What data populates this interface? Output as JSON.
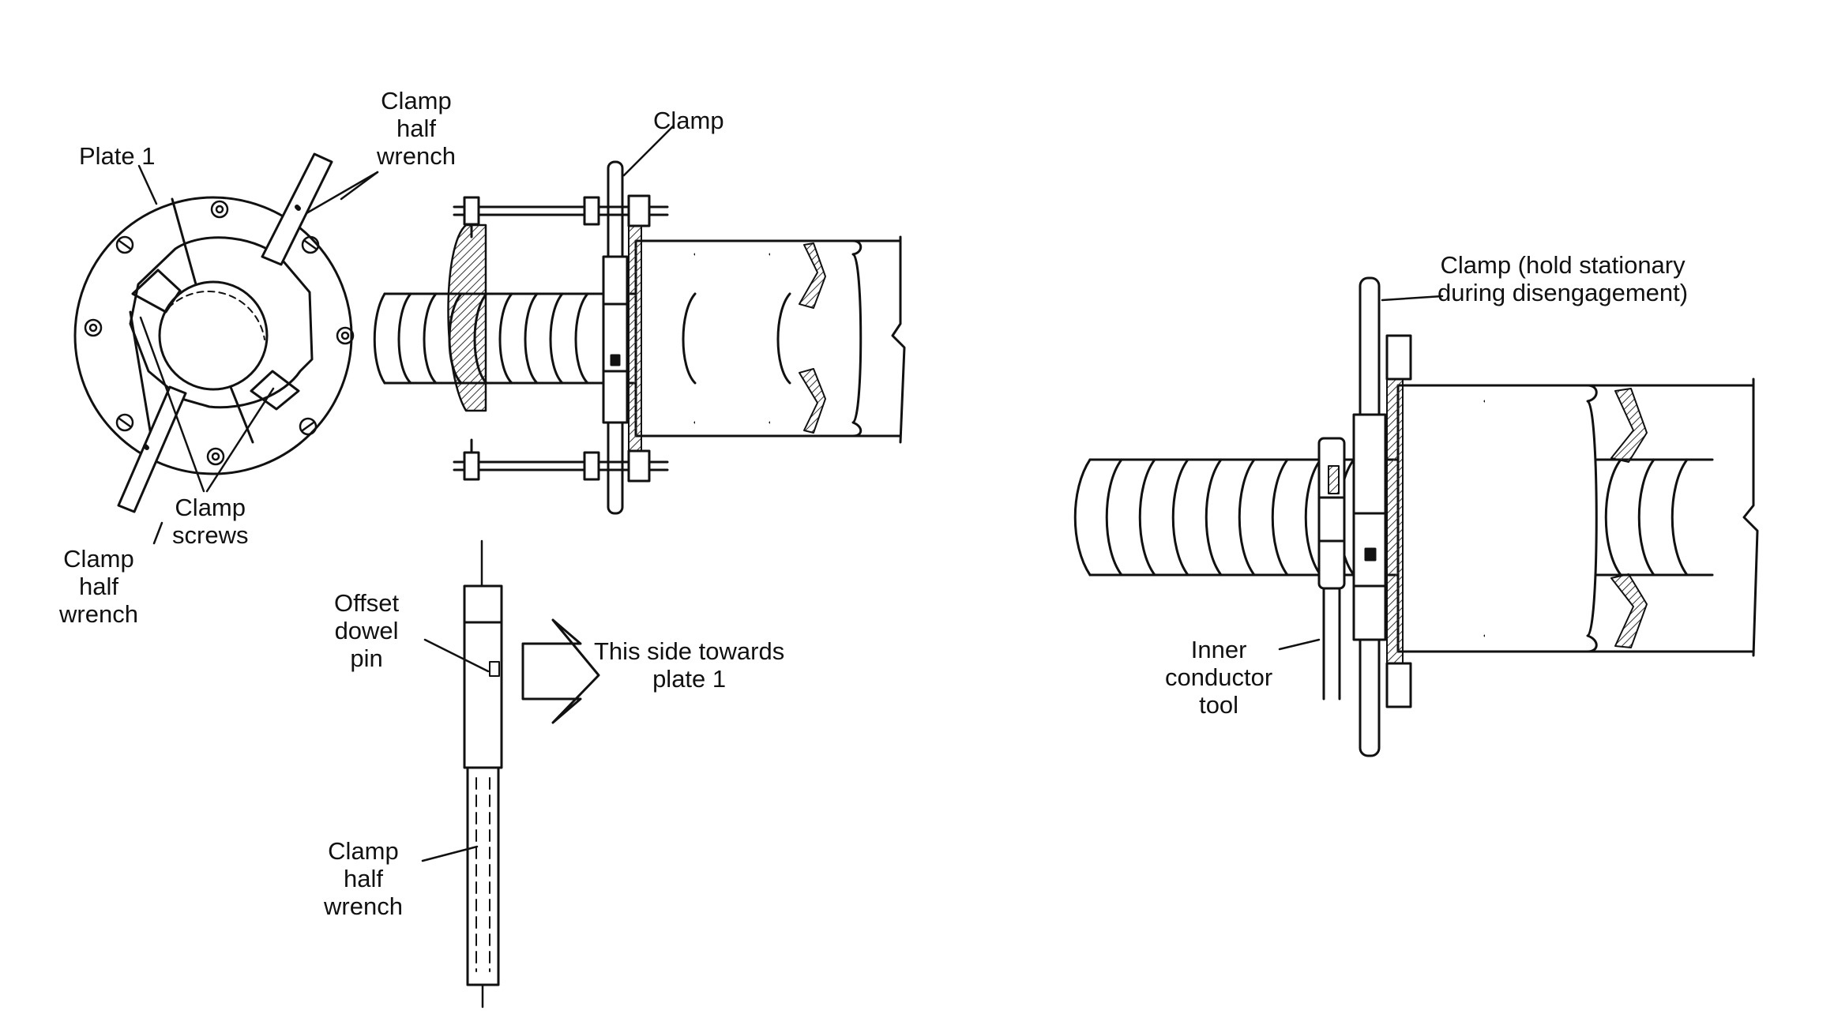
{
  "labels": {
    "plate_1": "Plate 1",
    "clamp_half_wrench_top": [
      "Clamp",
      "half",
      "wrench"
    ],
    "clamp_top": "Clamp",
    "clamp_screws": [
      "Clamp",
      "screws"
    ],
    "clamp_half_wrench_left": [
      "Clamp",
      "half",
      "wrench"
    ],
    "offset_dowel_pin": [
      "Offset",
      "dowel",
      "pin"
    ],
    "this_side_towards": [
      "This side towards",
      "plate 1"
    ],
    "clamp_half_wrench_bottom": [
      "Clamp",
      "half",
      "wrench"
    ],
    "clamp_hold_stationary": [
      "Clamp (hold stationary",
      "during disengagement)"
    ],
    "inner_conductor_tool": [
      "Inner",
      "conductor",
      "tool"
    ]
  },
  "colors": {
    "ink": "#111111",
    "background": "#ffffff",
    "hatch": "#333333"
  }
}
